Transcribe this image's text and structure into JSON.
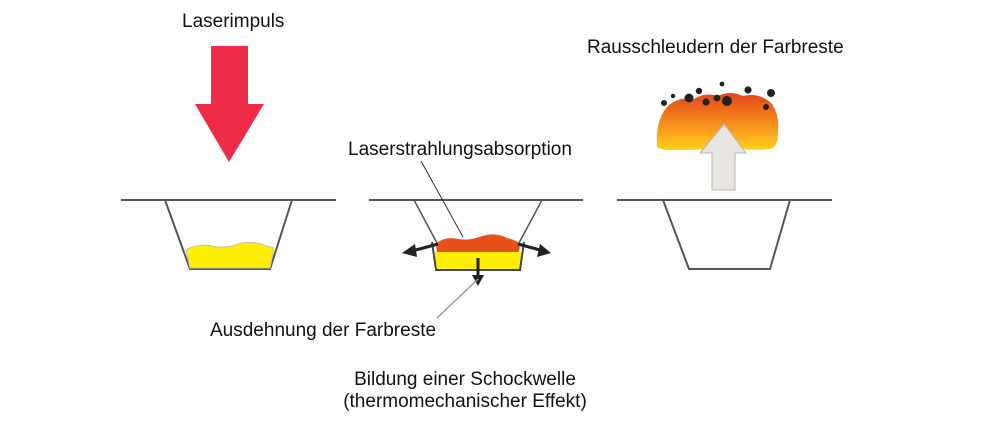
{
  "labels": {
    "laser_pulse": "Laserimpuls",
    "ejection": "Rausschleudern der Farbreste",
    "absorption": "Laserstrahlungsabsorption",
    "expansion": "Ausdehnung der Farbreste",
    "shockwave_line1": "Bildung einer Schockwelle",
    "shockwave_line2": "(thermomechanischer Effekt)"
  },
  "colors": {
    "laser_arrow": "#ee2b47",
    "ink_yellow": "#ffee00",
    "absorbed_ink": "#e6521a",
    "plume_top": "#e85a1e",
    "plume_bottom": "#ffd21a",
    "ejection_arrow": "#e6e3df",
    "skin_line": "#555555",
    "particles": "#222222"
  }
}
